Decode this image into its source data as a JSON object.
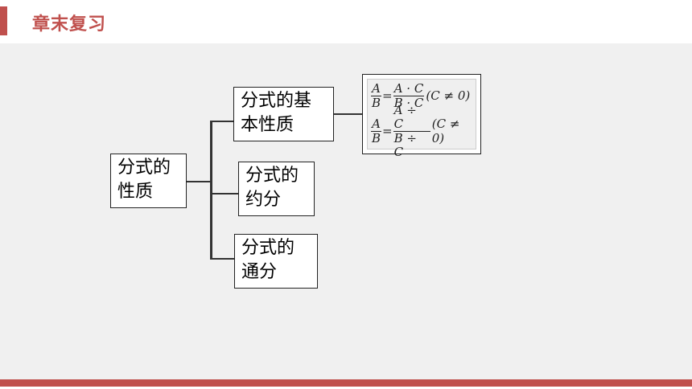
{
  "header": {
    "title": "章末复习"
  },
  "colors": {
    "accent": "#c0504d",
    "content_bg": "#f0f0f0"
  },
  "diagram": {
    "root": {
      "line1": "分式的",
      "line2": "性质"
    },
    "branches": [
      {
        "line1": "分式的基",
        "line2": "本性质"
      },
      {
        "line1": "分式的",
        "line2": "约分"
      },
      {
        "line1": "分式的",
        "line2": "通分"
      }
    ],
    "formulas": [
      {
        "lhs_num": "A",
        "lhs_den": "B",
        "eq": "=",
        "rhs_num": "A · C",
        "rhs_den": "B · C",
        "cond": "(C ≠ 0)"
      },
      {
        "lhs_num": "A",
        "lhs_den": "B",
        "eq": "=",
        "rhs_num": "A ÷ C",
        "rhs_den": "B ÷ C",
        "cond": "(C ≠ 0)"
      }
    ]
  }
}
